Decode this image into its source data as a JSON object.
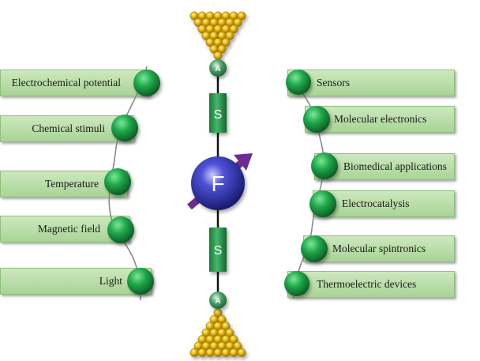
{
  "left_labels": [
    "Electrochemical potential",
    "Chemical stimuli",
    "Temperature",
    "Magnetic field",
    "Light"
  ],
  "right_labels": [
    "Sensors",
    "Molecular electronics",
    "Biomedical applications",
    "Electrocatalysis",
    "Molecular spintronics",
    "Thermoelectric devices"
  ],
  "molecule": {
    "anchor_top": "A",
    "spacer_top": "S",
    "core": "F",
    "spacer_bottom": "S",
    "anchor_bottom": "A"
  },
  "colors": {
    "label_fill": "#b7dca6",
    "ball_green": "#1fa84a",
    "core_blue": "#24258f",
    "spacer_green": "#2a9a4f",
    "spin_arrow": "#6a2c91",
    "gold": "#d8a800"
  }
}
